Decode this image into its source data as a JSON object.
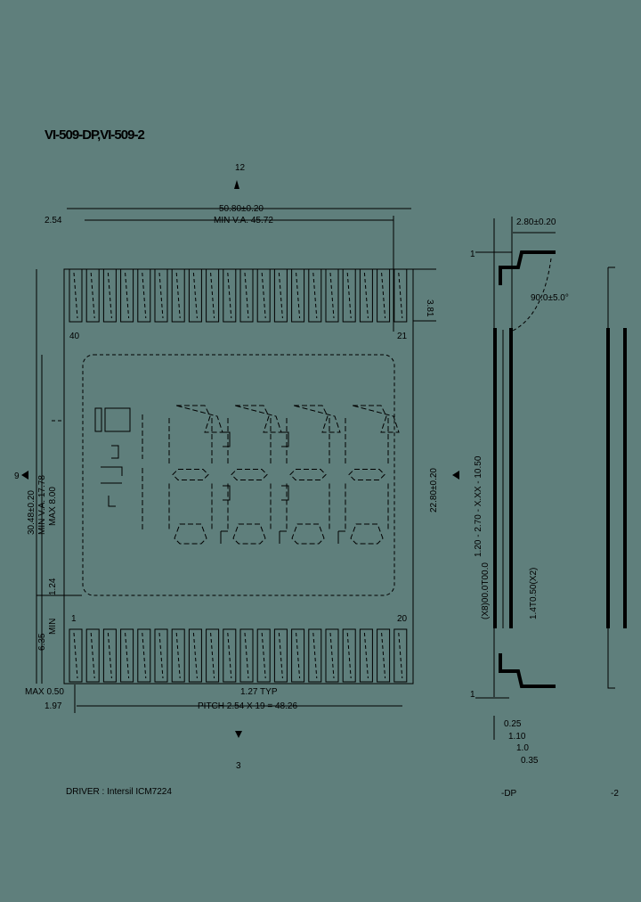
{
  "title": "VI-509-DP,VI-509-2",
  "front_view": {
    "top_marker": "12",
    "overall_width": "50.80±0.20",
    "pin_offset": "2.54",
    "view_area_width": "MIN V.A. 45.72",
    "pin_height": "3.81",
    "top_pin_left": "40",
    "top_pin_right": "21",
    "bottom_pin_left": "1",
    "bottom_pin_right": "20",
    "overall_height": "30.48±0.20",
    "view_area_height": "MIN V.A. 17.78",
    "max_height": "MAX 8.00",
    "left_marker": "9",
    "min_gap": "1.24",
    "min_label": "MIN",
    "pin_row_offset": "6.35",
    "max_pin": "MAX 0.50",
    "pin_edge": "1.97",
    "pin_width": "1.27 TYP",
    "pitch": "PITCH 2.54 X 19 = 48.26",
    "bottom_marker": "3",
    "pin_count_per_row": 20,
    "digits": 4
  },
  "side_view": {
    "thickness": "2.80±0.20",
    "angle": "90.0±5.0°",
    "height": "22.80±0.20",
    "pin_dims": "1.20 - 2.70 - X.XX - 10.50",
    "pin_spec_left": "(X8)00.0T00.0",
    "pin_spec_right": "1.4T0.50(X2)",
    "marker_top": "1",
    "marker_bottom": "1",
    "dim_a": "0.25",
    "dim_b": "1.10",
    "dim_c": "1.0",
    "dim_d": "0.35",
    "variant_dp": "-DP",
    "variant_2": "-2"
  },
  "driver": "DRIVER : Intersil ICM7224"
}
